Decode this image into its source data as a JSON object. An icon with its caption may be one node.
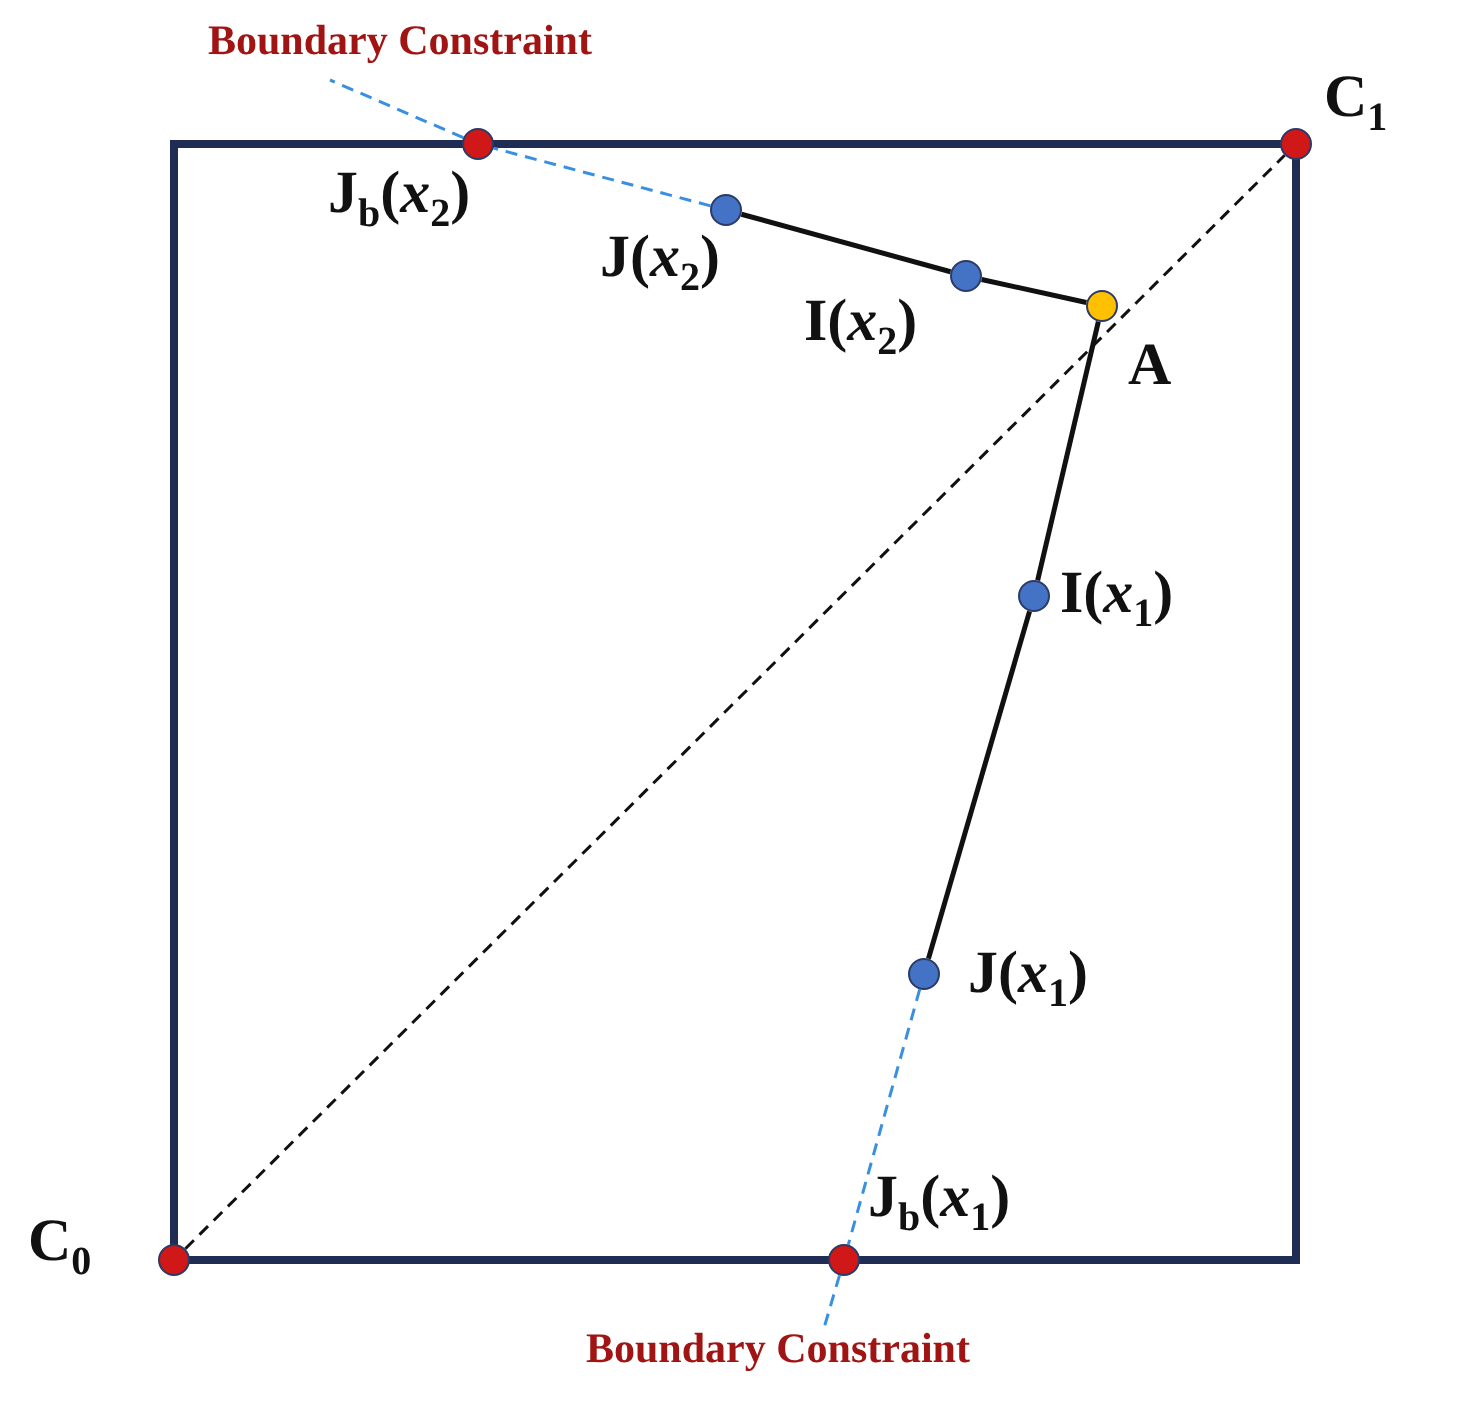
{
  "diagram": {
    "nodes": [
      {
        "text": [
          "C$_{0}$"
        ]
      },
      {
        "text": [
          "C$_{1}$"
        ]
      },
      {
        "text": [
          "A"
        ]
      },
      {
        "text": [
          "I(*x*$_{2}$)"
        ]
      },
      {
        "text": [
          "J(*x*$_{2}$)"
        ]
      },
      {
        "text": [
          "J$_{b}$(*x*$_{2}$)"
        ]
      },
      {
        "text": [
          "I(*x*$_{1}$)"
        ]
      },
      {
        "text": [
          "J(*x*$_{1}$)"
        ]
      },
      {
        "text": [
          "J$_{b}$(*x*$_{1}$)"
        ]
      },
      {
        "text": [
          "Boundary Constraint"
        ]
      },
      {
        "text": [
          "Boundary Constraint"
        ]
      }
    ],
    "edges": [
      {
        "from": 0,
        "to": 1,
        "arrow": "none",
        "style": "dashed"
      },
      {
        "from": 4,
        "to": 3,
        "arrow": "none"
      },
      {
        "from": 3,
        "to": 2,
        "arrow": "none"
      },
      {
        "from": 2,
        "to": 6,
        "arrow": "none"
      },
      {
        "from": 6,
        "to": 7,
        "arrow": "none"
      },
      {
        "from": 4,
        "to": 5,
        "arrow": "none",
        "style": "dashed",
        "color": "#3a8fe0"
      },
      {
        "from": 5,
        "to": 9,
        "arrow": "none",
        "style": "dashed",
        "color": "#3a8fe0"
      },
      {
        "from": 7,
        "to": 8,
        "arrow": "none",
        "style": "dashed",
        "color": "#3a8fe0"
      },
      {
        "from": 8,
        "to": 10,
        "arrow": "none",
        "style": "dashed",
        "color": "#3a8fe0"
      }
    ]
  }
}
